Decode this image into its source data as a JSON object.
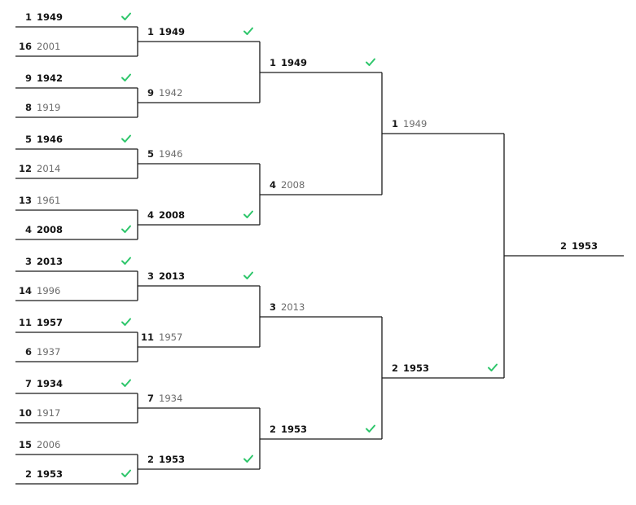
{
  "colors": {
    "line": "#1a1a1a",
    "check": "#2ec66b",
    "loser_text": "#6b6b6b",
    "winner_text": "#111111"
  },
  "icons": {
    "winner_marker": "check-icon"
  },
  "rounds": [
    {
      "matches": [
        {
          "teams": [
            {
              "seed": "1",
              "name": "1949",
              "winner": true
            },
            {
              "seed": "16",
              "name": "2001",
              "winner": false
            }
          ]
        },
        {
          "teams": [
            {
              "seed": "9",
              "name": "1942",
              "winner": true
            },
            {
              "seed": "8",
              "name": "1919",
              "winner": false
            }
          ]
        },
        {
          "teams": [
            {
              "seed": "5",
              "name": "1946",
              "winner": true
            },
            {
              "seed": "12",
              "name": "2014",
              "winner": false
            }
          ]
        },
        {
          "teams": [
            {
              "seed": "13",
              "name": "1961",
              "winner": false
            },
            {
              "seed": "4",
              "name": "2008",
              "winner": true
            }
          ]
        },
        {
          "teams": [
            {
              "seed": "3",
              "name": "2013",
              "winner": true
            },
            {
              "seed": "14",
              "name": "1996",
              "winner": false
            }
          ]
        },
        {
          "teams": [
            {
              "seed": "11",
              "name": "1957",
              "winner": true
            },
            {
              "seed": "6",
              "name": "1937",
              "winner": false
            }
          ]
        },
        {
          "teams": [
            {
              "seed": "7",
              "name": "1934",
              "winner": true
            },
            {
              "seed": "10",
              "name": "1917",
              "winner": false
            }
          ]
        },
        {
          "teams": [
            {
              "seed": "15",
              "name": "2006",
              "winner": false
            },
            {
              "seed": "2",
              "name": "1953",
              "winner": true
            }
          ]
        }
      ]
    },
    {
      "matches": [
        {
          "teams": [
            {
              "seed": "1",
              "name": "1949",
              "winner": true
            },
            {
              "seed": "9",
              "name": "1942",
              "winner": false
            }
          ]
        },
        {
          "teams": [
            {
              "seed": "5",
              "name": "1946",
              "winner": false
            },
            {
              "seed": "4",
              "name": "2008",
              "winner": true
            }
          ]
        },
        {
          "teams": [
            {
              "seed": "3",
              "name": "2013",
              "winner": true
            },
            {
              "seed": "11",
              "name": "1957",
              "winner": false
            }
          ]
        },
        {
          "teams": [
            {
              "seed": "7",
              "name": "1934",
              "winner": false
            },
            {
              "seed": "2",
              "name": "1953",
              "winner": true
            }
          ]
        }
      ]
    },
    {
      "matches": [
        {
          "teams": [
            {
              "seed": "1",
              "name": "1949",
              "winner": true
            },
            {
              "seed": "4",
              "name": "2008",
              "winner": false
            }
          ]
        },
        {
          "teams": [
            {
              "seed": "3",
              "name": "2013",
              "winner": false
            },
            {
              "seed": "2",
              "name": "1953",
              "winner": true
            }
          ]
        }
      ]
    },
    {
      "matches": [
        {
          "teams": [
            {
              "seed": "1",
              "name": "1949",
              "winner": false
            },
            {
              "seed": "2",
              "name": "1953",
              "winner": true
            }
          ]
        }
      ]
    }
  ],
  "champion": {
    "seed": "2",
    "name": "1953"
  }
}
